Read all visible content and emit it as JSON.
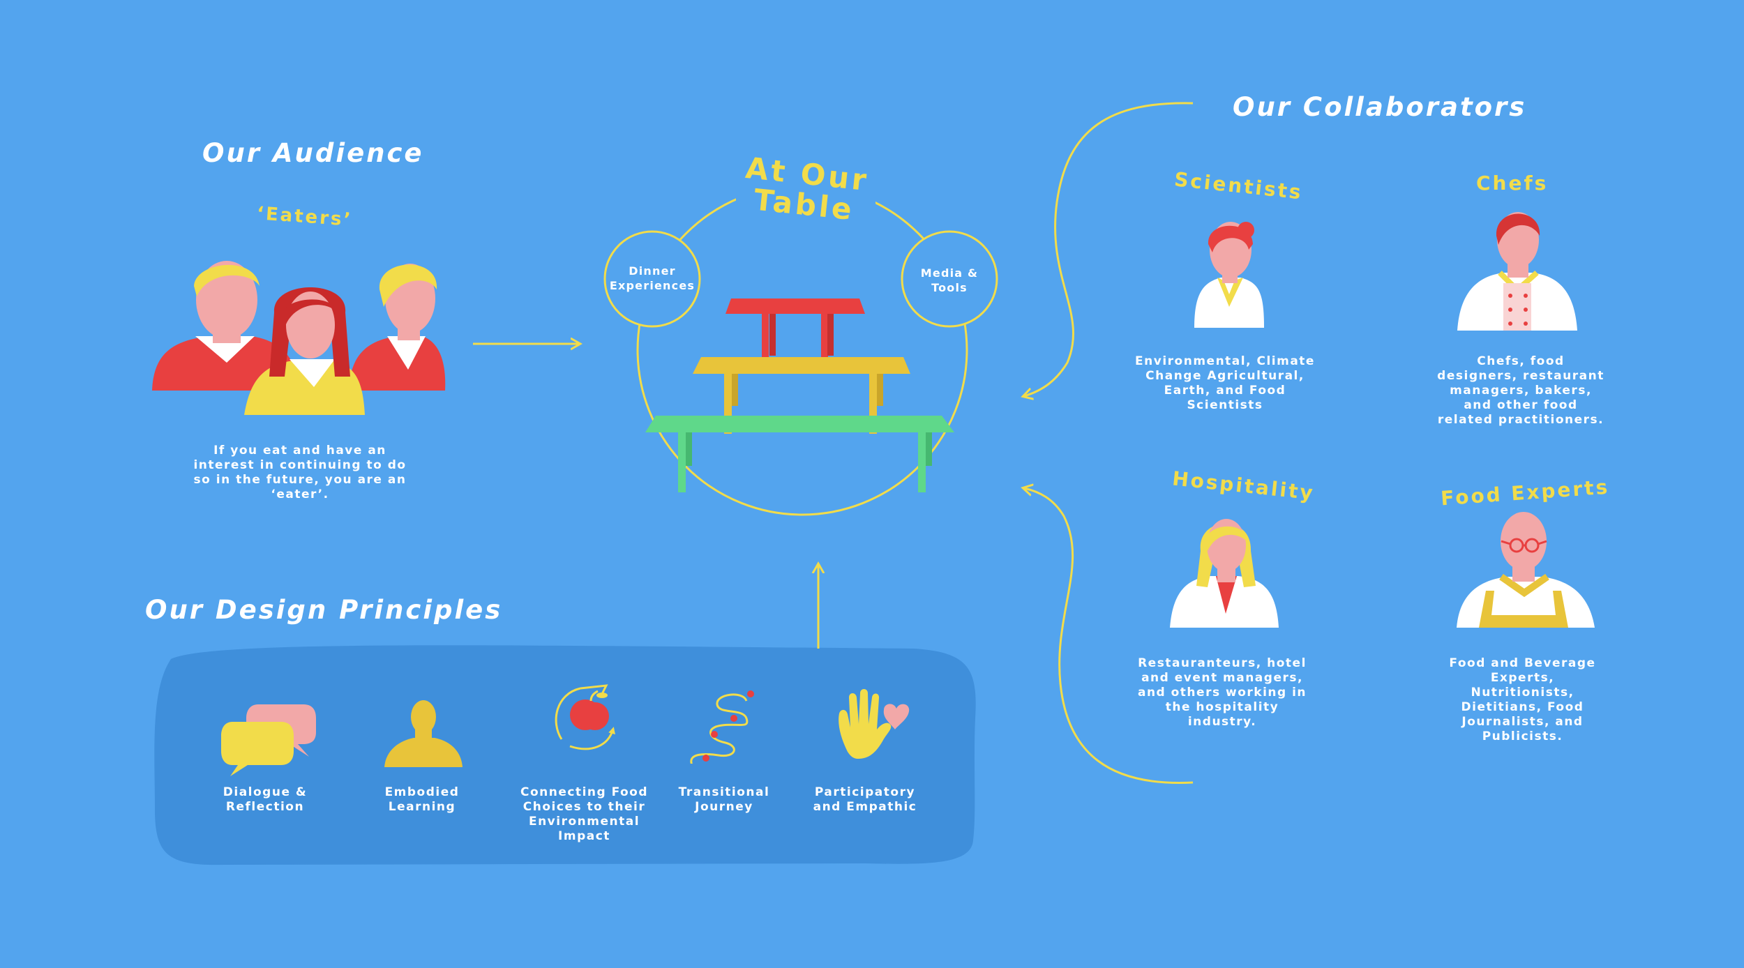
{
  "audience": {
    "title": "Our Audience",
    "label": "‘Eaters’",
    "description": "If you eat and have an interest in continuing to do so in the future, you are an ‘eater’."
  },
  "center": {
    "title_line1": "At Our",
    "title_line2": "Table",
    "left_bubble": "Dinner Experiences",
    "right_bubble": "Media & Tools"
  },
  "collaborators": {
    "title": "Our Collaborators",
    "items": [
      {
        "label": "Scientists",
        "description": "Environmental, Climate Change Agricultural, Earth, and Food Scientists"
      },
      {
        "label": "Chefs",
        "description": "Chefs, food designers, restaurant managers, bakers, and other food related practitioners."
      },
      {
        "label": "Hospitality",
        "description": "Restauranteurs, hotel and event managers, and others working in the hospitality industry."
      },
      {
        "label": "Food Experts",
        "description": "Food and Beverage Experts, Nutritionists, Dietitians, Food Journalists, and Publicists."
      }
    ]
  },
  "principles": {
    "title": "Our Design Principles",
    "items": [
      {
        "label": "Dialogue & Reflection",
        "icon": "speech-bubbles-icon"
      },
      {
        "label": "Embodied Learning",
        "icon": "bust-icon"
      },
      {
        "label": "Connecting Food Choices to their Environmental Impact",
        "icon": "apple-cycle-icon"
      },
      {
        "label": "Transitional Journey",
        "icon": "journey-path-icon"
      },
      {
        "label": "Participatory and Empathic",
        "icon": "hand-heart-icon"
      }
    ]
  },
  "colors": {
    "background": "#53a4ee",
    "panel": "#3f8fdb",
    "yellow": "#f2dc4a",
    "red": "#e84040",
    "green": "#5fd88a",
    "skin": "#f2a8a8"
  }
}
